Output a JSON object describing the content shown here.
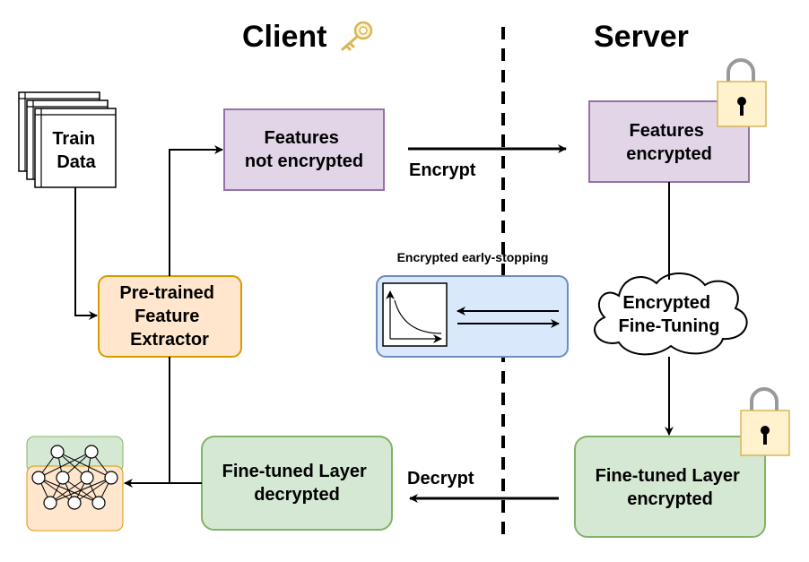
{
  "headers": {
    "client": "Client",
    "server": "Server"
  },
  "nodes": {
    "train_data": [
      "Train",
      "Data"
    ],
    "features_plain": [
      "Features",
      "not encrypted"
    ],
    "features_enc": [
      "Features",
      "encrypted"
    ],
    "feature_extractor": [
      "Pre-trained",
      "Feature",
      "Extractor"
    ],
    "fine_tuning": [
      "Encrypted",
      "Fine-Tuning"
    ],
    "layer_enc": [
      "Fine-tuned Layer",
      "encrypted"
    ],
    "layer_dec": [
      "Fine-tuned Layer",
      "decrypted"
    ]
  },
  "edges": {
    "encrypt": "Encrypt",
    "decrypt": "Decrypt"
  },
  "early_stopping": {
    "label": "Encrypted early-stopping"
  },
  "icons": [
    "key-icon",
    "padlock-icon",
    "loss-curve-icon",
    "neural-network-icon",
    "document-stack-icon"
  ],
  "colors": {
    "purple_fill": "#e1d5e7",
    "purple_stroke": "#9673a6",
    "orange_fill": "#ffe6cc",
    "orange_stroke": "#d79b00",
    "green_fill": "#d5e8d4",
    "green_stroke": "#82b366",
    "blue_fill": "#dae8fc",
    "blue_stroke": "#6c8ebf",
    "lock_fill": "#fff2cc",
    "lock_stroke": "#d6b656"
  }
}
